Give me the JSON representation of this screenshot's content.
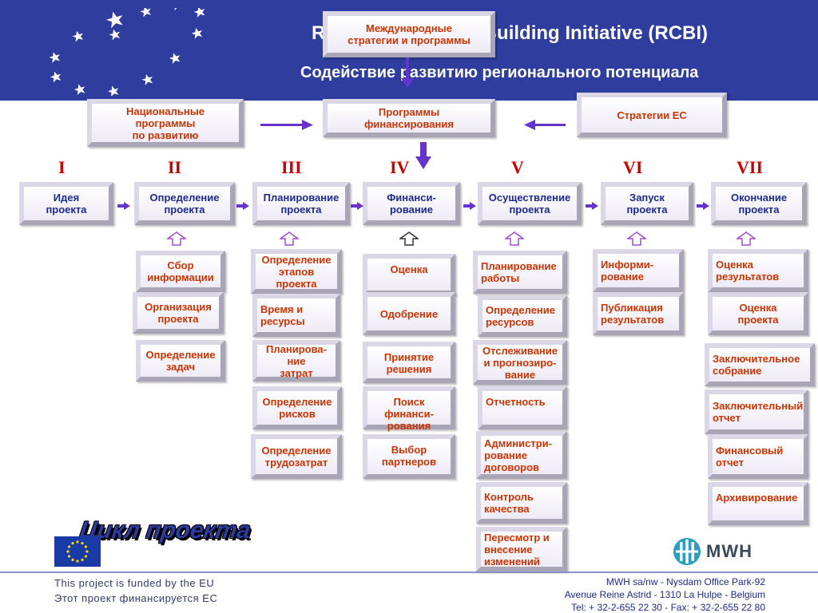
{
  "header": {
    "title": "Regional Capacity Building Initiative (RCBI)",
    "subtitle": "Содействие развитию регионального потенциала"
  },
  "top_boxes": {
    "international": "Международные\nстратегии и программы",
    "national": "Национальные\nпрограммы\nпо развитию",
    "funding": "Программы\nфинансирования",
    "eu_strategies": "Стратегии ЕС"
  },
  "phases": [
    {
      "numeral": "I",
      "label": "Идея\nпроекта"
    },
    {
      "numeral": "II",
      "label": "Определение\nпроекта"
    },
    {
      "numeral": "III",
      "label": "Планирование\nпроекта"
    },
    {
      "numeral": "IV",
      "label": "Финанси-\nрование"
    },
    {
      "numeral": "V",
      "label": "Осуществление\nпроекта"
    },
    {
      "numeral": "VI",
      "label": "Запуск\nпроекта"
    },
    {
      "numeral": "VII",
      "label": "Окончание\nпроекта"
    }
  ],
  "tasks": {
    "col2": [
      "Сбор\nинформации",
      "Организация\nпроекта",
      "Определение\nзадач"
    ],
    "col3": [
      "Определение\nэтапов\nпроекта",
      "Время и\nресурсы",
      "Планирова-\nние\nзатрат",
      "Определение\nрисков",
      "Определение\nтрудозатрат"
    ],
    "col4": [
      "Оценка",
      "Одобрение",
      "Принятие\nрешения",
      "Поиск\nфинанси-\nрования",
      "Выбор\nпартнеров"
    ],
    "col5": [
      "Планирование\nработы",
      "Определение\nресурсов",
      "Отслеживание\nи прогнозиро-\nвание",
      "Отчетность",
      "Администри-\nрование\nдоговоров",
      "Контроль\nкачества",
      "Пересмотр и\nвнесение\nизменений"
    ],
    "col6": [
      "Информи-\nрование",
      "Публикация\nрезультатов"
    ],
    "col7": [
      "Оценка\nрезультатов",
      "Оценка\nпроекта",
      "Заключительное\nсобрание",
      "Заключительный\nотчет",
      "Финансовый\nотчет",
      "Архивирование"
    ]
  },
  "cycle_title": "Цикл проекта",
  "logo_text": "MWH",
  "footer": {
    "left_line1": "This project is funded by the EU",
    "left_line2": "Этот проект финансируется ЕС",
    "right_line1": "MWH sa/nw - Nysdam Office Park-92",
    "right_line2": "Avenue Reine Astrid - 1310 La Hulpe - Belgium",
    "right_line3": "Tel: + 32-2-655 22 30 - Fax: + 32-2-655 22 80"
  },
  "colors": {
    "header_bg": "#2e3d9e",
    "task_text": "#cc3300",
    "phase_text": "#1c2a8c",
    "arrow": "#6633cc",
    "numeral": "#cc0000"
  }
}
